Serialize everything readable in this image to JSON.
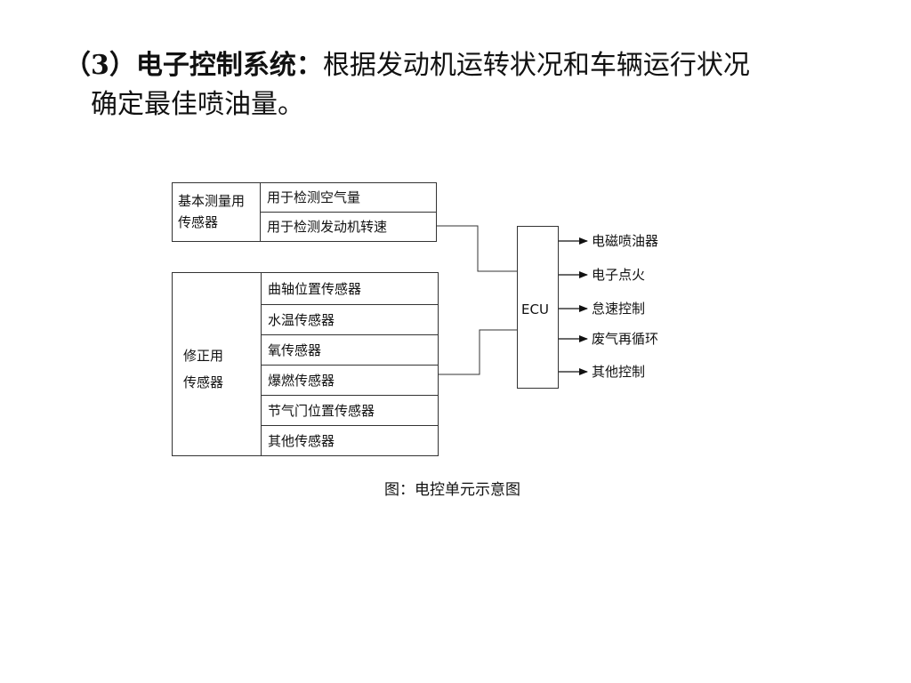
{
  "heading": {
    "number": "（3）",
    "term": "电子控制系统：",
    "desc_line1": "根据发动机运转状况和车辆运行状况",
    "desc_line2": "确定最佳喷油量。"
  },
  "diagram": {
    "basic_group": {
      "label_line1": "基本测量用",
      "label_line2": "传感器",
      "items": [
        "用于检测空气量",
        "用于检测发动机转速"
      ]
    },
    "correction_group": {
      "label_line1": "修正用",
      "label_line2": "传感器",
      "items": [
        "曲轴位置传感器",
        "水温传感器",
        "氧传感器",
        "爆燃传感器",
        "节气门位置传感器",
        "其他传感器"
      ]
    },
    "ecu_label": "ECU",
    "outputs": [
      "电磁喷油器",
      "电子点火",
      "怠速控制",
      "废气再循环",
      "其他控制"
    ]
  },
  "caption": "图：电控单元示意图"
}
